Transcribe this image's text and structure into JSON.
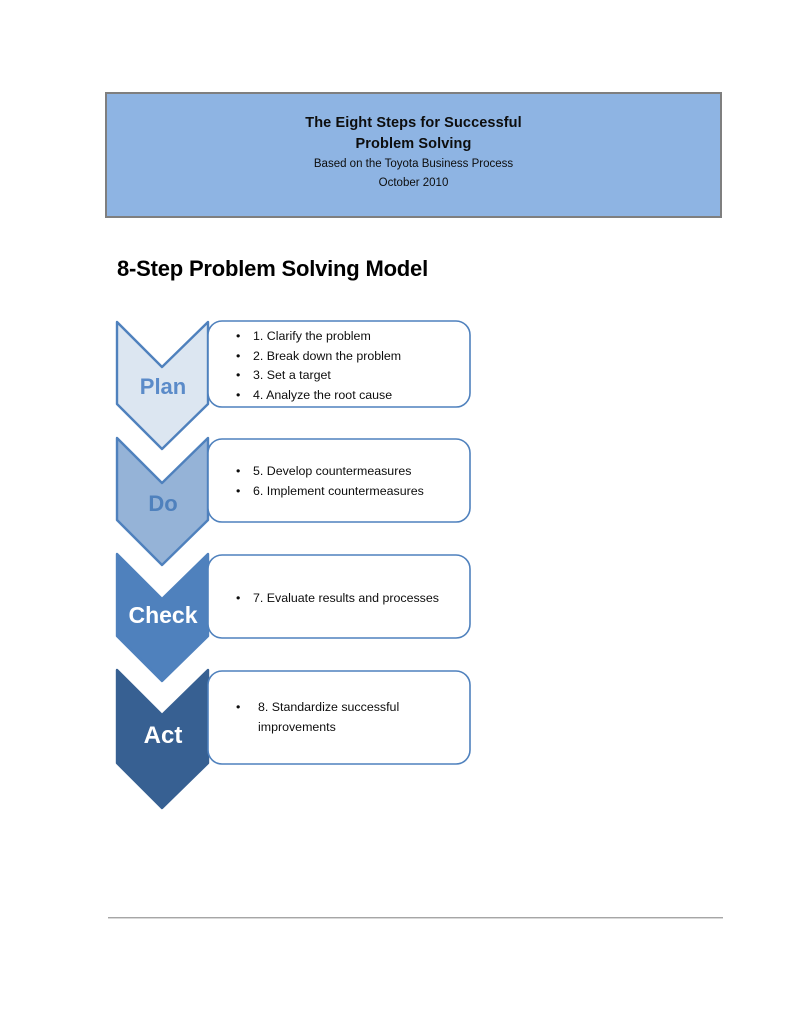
{
  "header": {
    "title_line_1": "The Eight Steps for Successful",
    "title_line_2": "Problem Solving",
    "subtitle_line_1": "Based on the Toyota Business Process",
    "subtitle_line_2": "October 2010",
    "background_color": "#8eb4e3",
    "border_color": "#7f7f7f"
  },
  "page_title": "8-Step Problem Solving Model",
  "diagram": {
    "type": "chevron-process-flow",
    "stages": [
      {
        "label": "Plan",
        "fill_color": "#dce6f1",
        "border_color": "#4f81bd",
        "label_color": "#5b8bc9",
        "items": [
          "1. Clarify the problem",
          "2. Break down the problem",
          "3. Set a target",
          "4. Analyze the root cause"
        ]
      },
      {
        "label": "Do",
        "fill_color": "#95b3d7",
        "border_color": "#4f81bd",
        "label_color": "#4f81bd",
        "items": [
          "5. Develop countermeasures",
          "6. Implement countermeasures"
        ]
      },
      {
        "label": "Check",
        "fill_color": "#4f81bd",
        "border_color": "#4f81bd",
        "label_color": "#ffffff",
        "items": [
          "7. Evaluate results and processes"
        ]
      },
      {
        "label": "Act",
        "fill_color": "#376092",
        "border_color": "#376092",
        "label_color": "#ffffff",
        "items": [
          "8. Standardize successful improvements"
        ]
      }
    ]
  }
}
